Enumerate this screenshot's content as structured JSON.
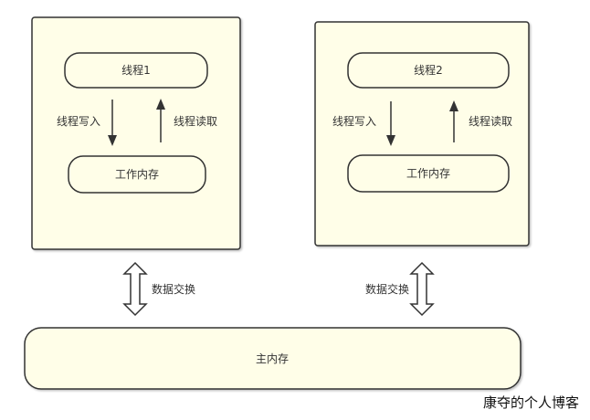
{
  "thread1": {
    "title": "线程1",
    "write_label": "线程写入",
    "read_label": "线程读取",
    "working_memory": "工作内存"
  },
  "thread2": {
    "title": "线程2",
    "write_label": "线程写入",
    "read_label": "线程读取",
    "working_memory": "工作内存"
  },
  "exchange_left": "数据交换",
  "exchange_right": "数据交换",
  "main_memory": "主内存",
  "watermark": "康夺的个人博客",
  "colors": {
    "box_fill": "#fffee8",
    "stroke": "#333333",
    "arrow": "#333333"
  }
}
